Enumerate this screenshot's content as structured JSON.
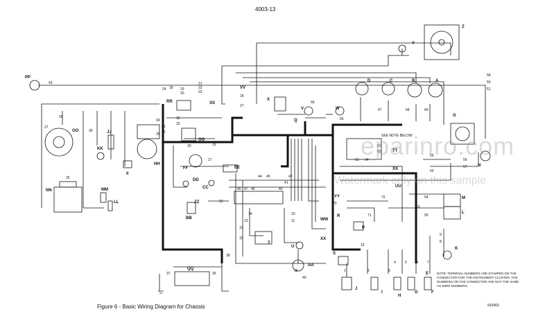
{
  "page_number": "4003-13",
  "caption": "Figure 6 - Basic Wiring Diagram for Chassis",
  "drawing_code": "910403",
  "watermark": {
    "site": "eparinro.com",
    "text": "Watermark only on this sample"
  },
  "note": "NOTE:  TERMINAL NUMBERS ARE STAMPED ON THE CONNECTOR FOR THE INSTRUMENT CLUSTER. THE NUMBERS ON THE CONNECTOR ARE NOT THE SAME AS WIRE NUMBERS.",
  "see_note": "SEE NOTE BELOW",
  "components": {
    "z": "Z",
    "y": "Y",
    "pp": "PP",
    "oo": "OO",
    "nn": "NN",
    "mm": "MM",
    "ll": "LL",
    "kk": "KK",
    "jj": "JJ",
    "ii": "II",
    "hh": "HH",
    "gg": "GG",
    "ff": "FF",
    "ee": "EE",
    "dd": "DD",
    "cc": "CC",
    "bb": "BB",
    "zz": "ZZ",
    "rr": "RR",
    "ss": "SS",
    "vv": "VV",
    "x": "X",
    "v": "V",
    "w": "W",
    "d": "D",
    "c": "C",
    "b": "B",
    "a": "A",
    "tt": "TT",
    "xx": "XX",
    "uu": "UU",
    "yy": "YY",
    "ww": "WW",
    "t": "T",
    "s": "S",
    "r": "R",
    "q": "Q",
    "p": "P",
    "o": "O",
    "n": "N",
    "m": "M",
    "l": "L",
    "k": "K",
    "u": "U",
    "aa": "AA",
    "j": "J",
    "i": "I",
    "h": "H",
    "g": "G",
    "f": "F",
    "e": "E",
    "qq": "QQ"
  },
  "wire_numbers": {
    "w43": "43",
    "w58": "58",
    "w50": "50",
    "w51": "51",
    "w18": "18",
    "w21": "21",
    "w22": "22",
    "w23": "23",
    "w26": "26",
    "w27": "27",
    "w28": "28",
    "w29": "29",
    "w30": "30",
    "w31": "31",
    "w32": "32",
    "w33": "33",
    "w34": "34",
    "w35": "35",
    "w36": "36",
    "w37": "37",
    "w38": "38",
    "w39": "39",
    "w40": "40",
    "w41": "41",
    "w42": "42",
    "w44": "44",
    "w45": "45",
    "w46": "46",
    "w47": "47",
    "w48": "48",
    "w52": "52",
    "w53": "53",
    "w54": "54",
    "w55": "55",
    "w56": "56",
    "w57": "57",
    "w59": "59",
    "w60": "60",
    "w61": "61",
    "w62": "62",
    "w63": "63",
    "w64": "64",
    "w65": "65",
    "w66": "66",
    "w67": "67",
    "w68": "68",
    "w69": "69",
    "w70": "70",
    "w71": "71",
    "w72": "72",
    "w10": "10",
    "w11": "11",
    "w12": "12",
    "w13": "13",
    "w14": "14",
    "w15": "15",
    "w16": "16",
    "w17": "17",
    "w19": "19",
    "w20": "20",
    "w24": "24",
    "w25": "25",
    "w1": "1",
    "w2": "2",
    "w3": "3",
    "w4": "4",
    "w5": "5",
    "w6": "6",
    "w7": "7",
    "w8": "8",
    "w9": "9"
  }
}
